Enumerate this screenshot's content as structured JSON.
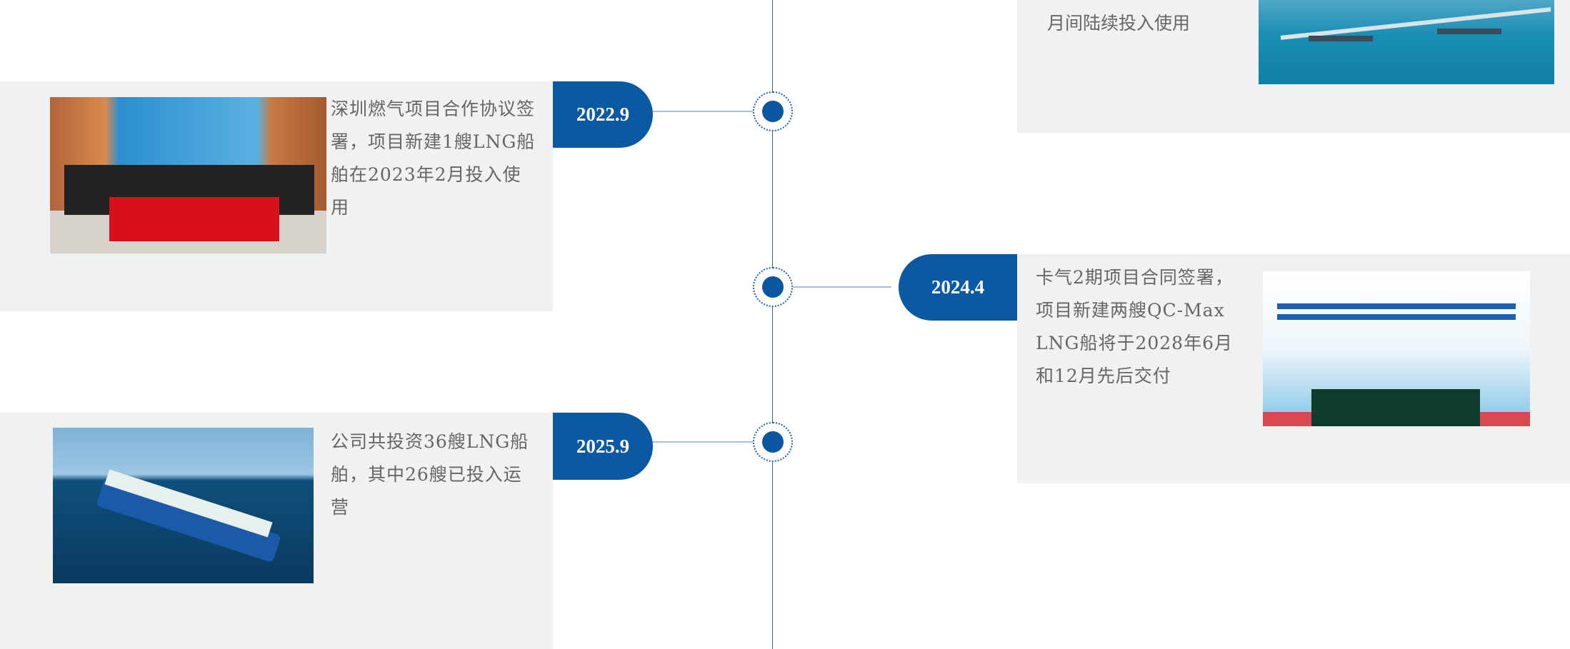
{
  "timeline": [
    {
      "date": "",
      "text": "月间陆续投入使用",
      "image": "lng-terminal-aerial-photo"
    },
    {
      "date": "2022.9",
      "text": "深圳燃气项目合作协议签署，项目新建1艘LNG船舶在2023年2月投入使用",
      "image": "signing-ceremony-photo"
    },
    {
      "date": "2024.4",
      "text": "卡气2期项目合同签署，项目新建两艘QC-Max LNG船将于2028年6月和12月先后交付",
      "image": "qatarenergy-clng-signing-photo"
    },
    {
      "date": "2025.9",
      "text": "公司共投资36艘LNG船舶，其中26艘已投入运营",
      "image": "lng-carrier-ship-photo"
    }
  ],
  "colors": {
    "accent": "#0b58a3",
    "card": "#f1f1f1",
    "text": "#666666"
  }
}
